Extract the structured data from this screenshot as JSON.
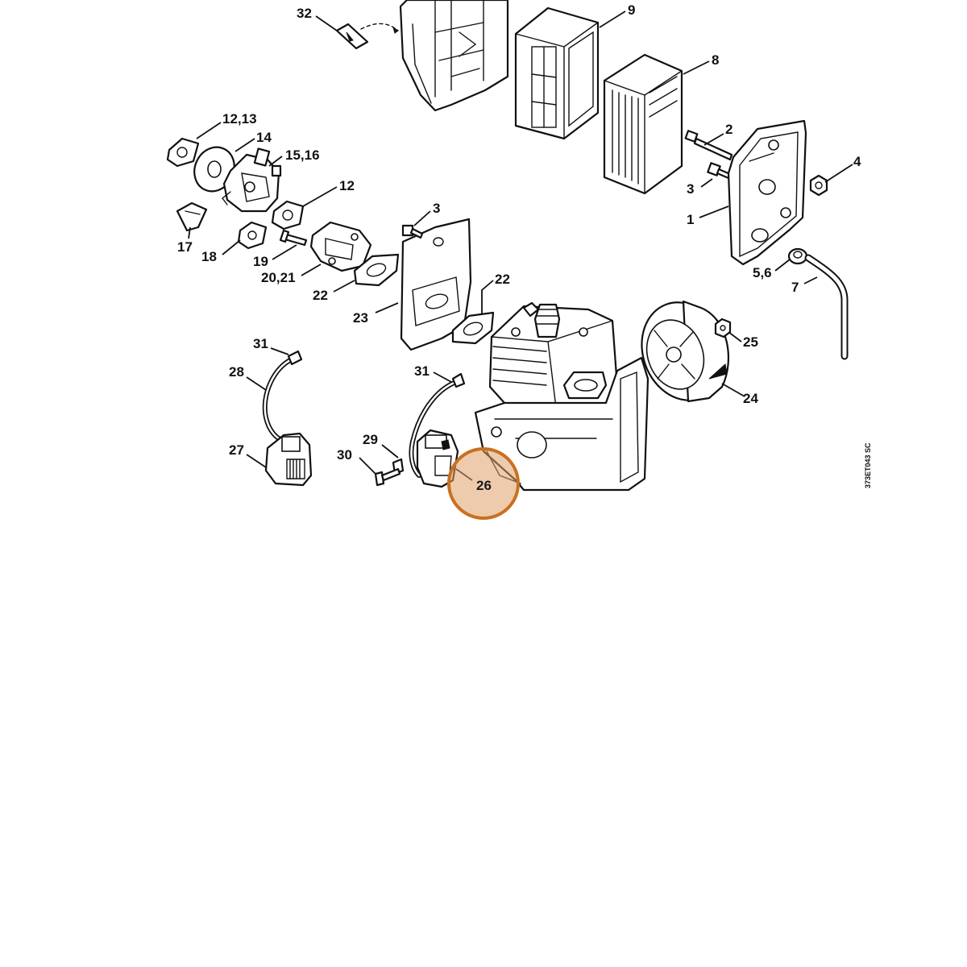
{
  "diagram": {
    "drawing_code": "373ET043 SC",
    "highlighted_callout": "26",
    "highlight_color": "#e2a06b",
    "highlight_stroke": "#c9701f",
    "callouts": {
      "c32": "32",
      "c9": "9",
      "c8": "8",
      "c1213": "12,13",
      "c14": "14",
      "c1516": "15,16",
      "c12": "12",
      "c17": "17",
      "c18": "18",
      "c19": "19",
      "c2021": "20,21",
      "c22a": "22",
      "c23": "23",
      "c3a": "3",
      "c22b": "22",
      "c2": "2",
      "c3b": "3",
      "c4": "4",
      "c1": "1",
      "c56": "5,6",
      "c7": "7",
      "c25": "25",
      "c24": "24",
      "c31a": "31",
      "c28": "28",
      "c27": "27",
      "c31b": "31",
      "c29": "29",
      "c30": "30",
      "c26": "26"
    }
  }
}
